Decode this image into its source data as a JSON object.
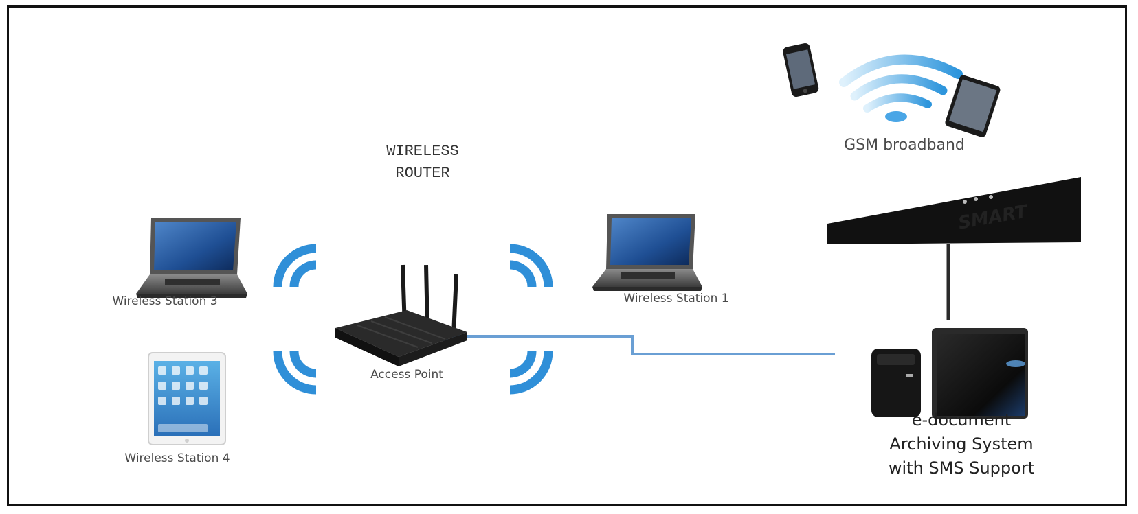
{
  "diagram": {
    "router_label_line1": "WIRELESS",
    "router_label_line2": "ROUTER",
    "gsm_label": "GSM broadband",
    "station3_label": "Wireless Station 3",
    "station1_label": "Wireless Station 1",
    "station4_label": "Wireless Station 4",
    "access_point_label": "Access Point",
    "archive_line1": "e-document",
    "archive_line2": "Archiving System",
    "archive_line3": "with SMS Support",
    "tower_logo": "SMART"
  },
  "colors": {
    "signal": "#2f8fd8",
    "link": "#6a9fd4",
    "frame": "#111111",
    "device_dark": "#1b1b1b",
    "screen_blue": "#2c5fa8"
  },
  "icons": [
    "laptop-icon",
    "tablet-icon",
    "router-icon",
    "wifi-signal-icon",
    "phone-icon",
    "cell-tower-icon",
    "server-icon",
    "monitor-icon"
  ]
}
